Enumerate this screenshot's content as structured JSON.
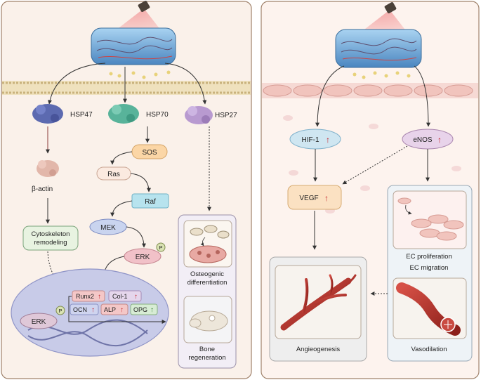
{
  "left_panel": {
    "proteins": {
      "hsp47": "HSP47",
      "hsp70": "HSP70",
      "hsp27": "HSP27"
    },
    "beta_actin": "β-actin",
    "cytoskeleton": "Cytoskeleton remodeling",
    "cascade": {
      "sos": "SOS",
      "ras": "Ras",
      "raf": "Raf",
      "mek": "MEK",
      "erk": "ERK",
      "p": "P"
    },
    "nucleus": {
      "erk": "ERK",
      "p": "P",
      "genes": {
        "runx2": "Runx2",
        "col1": "Col-1",
        "ocn": "OCN",
        "alp": "ALP",
        "opg": "OPG"
      },
      "up_arrow": "↑"
    },
    "outcomes": {
      "osteo": "Osteogenic differentiation",
      "bone": "Bone regeneration"
    }
  },
  "right_panel": {
    "hif1": "HIF-1",
    "enos": "eNOS",
    "vegf": "VEGF",
    "up_arrow": "↑",
    "ec_prolif": "EC proliferation",
    "ec_migr": "EC migration",
    "angio": "Angieogenesis",
    "vaso": "Vasodilation"
  },
  "colors": {
    "panel_bg": "#faf1ea",
    "panel_border": "#a0826b",
    "membrane": "#e6d3a8",
    "sos": "#fbd6a6",
    "raf": "#b7e3ee",
    "mek": "#c9d4ef",
    "erk": "#f1c1c8",
    "hif": "#cfe6f1",
    "enos": "#e8d3ea",
    "vegf": "#fbe1c2",
    "up": "#c4242b"
  }
}
